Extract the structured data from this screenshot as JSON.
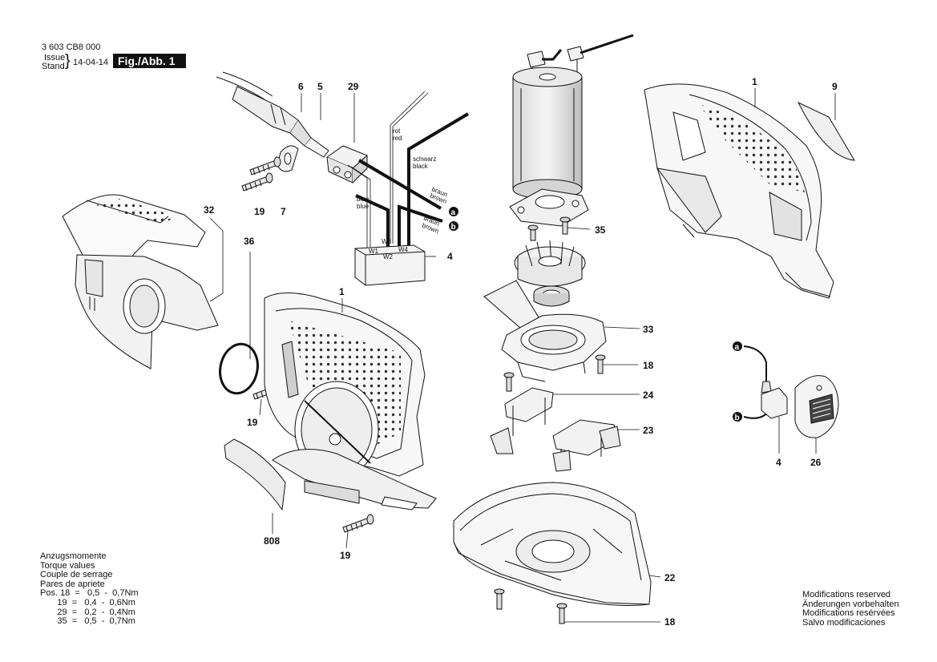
{
  "header": {
    "doc_number": "3 603 CB8 000",
    "issue_label": "Issue",
    "stand_label": "Stand",
    "issue_date": "14-04-14",
    "figure_badge": "Fig./Abb. 1"
  },
  "callouts": {
    "c6": "6",
    "c5": "5",
    "c29": "29",
    "c19a": "19",
    "c7": "7",
    "c32": "32",
    "c36": "36",
    "c1a": "1",
    "c19b": "19",
    "c808": "808",
    "c19c": "19",
    "c4a": "4",
    "c35": "35",
    "c33": "33",
    "c18a": "18",
    "c24": "24",
    "c23": "23",
    "c22": "22",
    "c18b": "18",
    "c1b": "1",
    "c9": "9",
    "c4b": "4",
    "c26": "26"
  },
  "wires": {
    "rot": "rot",
    "red": "red",
    "schwarz": "schwarz",
    "black": "black",
    "blau": "blau",
    "blue": "blue",
    "braun1": "braun",
    "brown1": "brown",
    "braun2": "braun",
    "brown2": "brown"
  },
  "terminals": {
    "w1": "W1",
    "w2": "W2",
    "w3": "W3",
    "w4": "W4"
  },
  "markers": {
    "a": "a",
    "b": "b"
  },
  "torque": {
    "lines": [
      "Anzugsmomente",
      "Torque values",
      "Couple de serrage",
      "Pares de apriete"
    ],
    "rows": [
      "Pos. 18  =   0,5  -  0,7Nm",
      "       19  =   0,4  -  0,6Nm",
      "       29  =   0,2  -  0,4Nm",
      "       35  =   0,5  -  0,7Nm"
    ]
  },
  "modifications": [
    "Modifications reserved",
    "Änderungen vorbehalten",
    "Modifications resérvées",
    "Salvo modificaciones"
  ]
}
